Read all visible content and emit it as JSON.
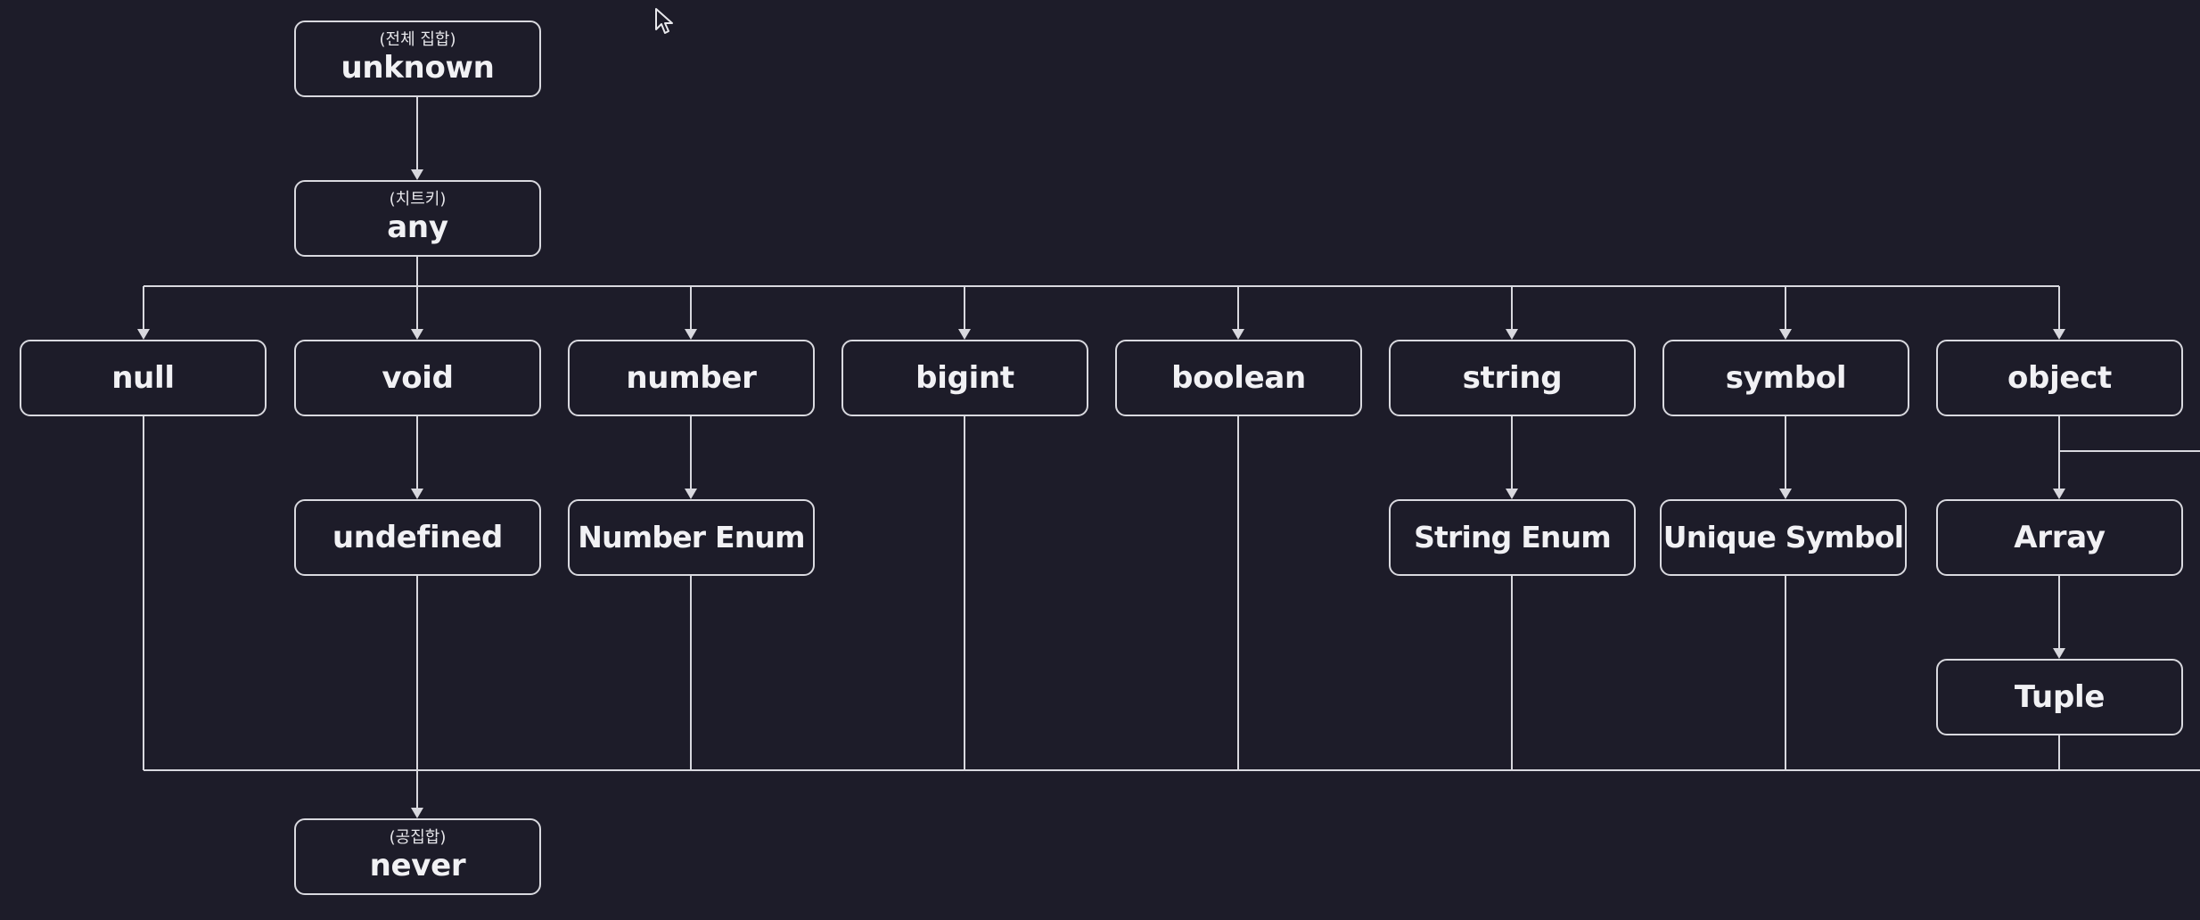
{
  "diagram": {
    "nodes": [
      {
        "id": "unknown",
        "label": "unknown",
        "sub": "(전체 집합)"
      },
      {
        "id": "any",
        "label": "any",
        "sub": "(치트키)"
      },
      {
        "id": "null",
        "label": "null"
      },
      {
        "id": "void",
        "label": "void"
      },
      {
        "id": "number",
        "label": "number"
      },
      {
        "id": "bigint",
        "label": "bigint"
      },
      {
        "id": "boolean",
        "label": "boolean"
      },
      {
        "id": "string",
        "label": "string"
      },
      {
        "id": "symbol",
        "label": "symbol"
      },
      {
        "id": "object",
        "label": "object"
      },
      {
        "id": "undefined",
        "label": "undefined"
      },
      {
        "id": "number-enum",
        "label": "Number Enum"
      },
      {
        "id": "string-enum",
        "label": "String Enum"
      },
      {
        "id": "unique-symbol",
        "label": "Unique Symbol"
      },
      {
        "id": "array",
        "label": "Array"
      },
      {
        "id": "tuple",
        "label": "Tuple"
      },
      {
        "id": "never",
        "label": "never",
        "sub": "(공집합)"
      }
    ],
    "edges": [
      [
        "unknown",
        "any"
      ],
      [
        "any",
        "null"
      ],
      [
        "any",
        "void"
      ],
      [
        "any",
        "number"
      ],
      [
        "any",
        "bigint"
      ],
      [
        "any",
        "boolean"
      ],
      [
        "any",
        "string"
      ],
      [
        "any",
        "symbol"
      ],
      [
        "any",
        "object"
      ],
      [
        "void",
        "undefined"
      ],
      [
        "number",
        "number-enum"
      ],
      [
        "string",
        "string-enum"
      ],
      [
        "symbol",
        "unique-symbol"
      ],
      [
        "object",
        "array"
      ],
      [
        "array",
        "tuple"
      ],
      [
        "null",
        "never"
      ],
      [
        "undefined",
        "never"
      ],
      [
        "number-enum",
        "never"
      ],
      [
        "bigint",
        "never"
      ],
      [
        "boolean",
        "never"
      ],
      [
        "string-enum",
        "never"
      ],
      [
        "unique-symbol",
        "never"
      ],
      [
        "tuple",
        "never"
      ]
    ]
  },
  "colors": {
    "background": "#1d1c29",
    "line": "#d8d8de",
    "node_border": "#d9d9df",
    "text": "#f1f1f4"
  },
  "cursor_icon": "arrow-pointer"
}
